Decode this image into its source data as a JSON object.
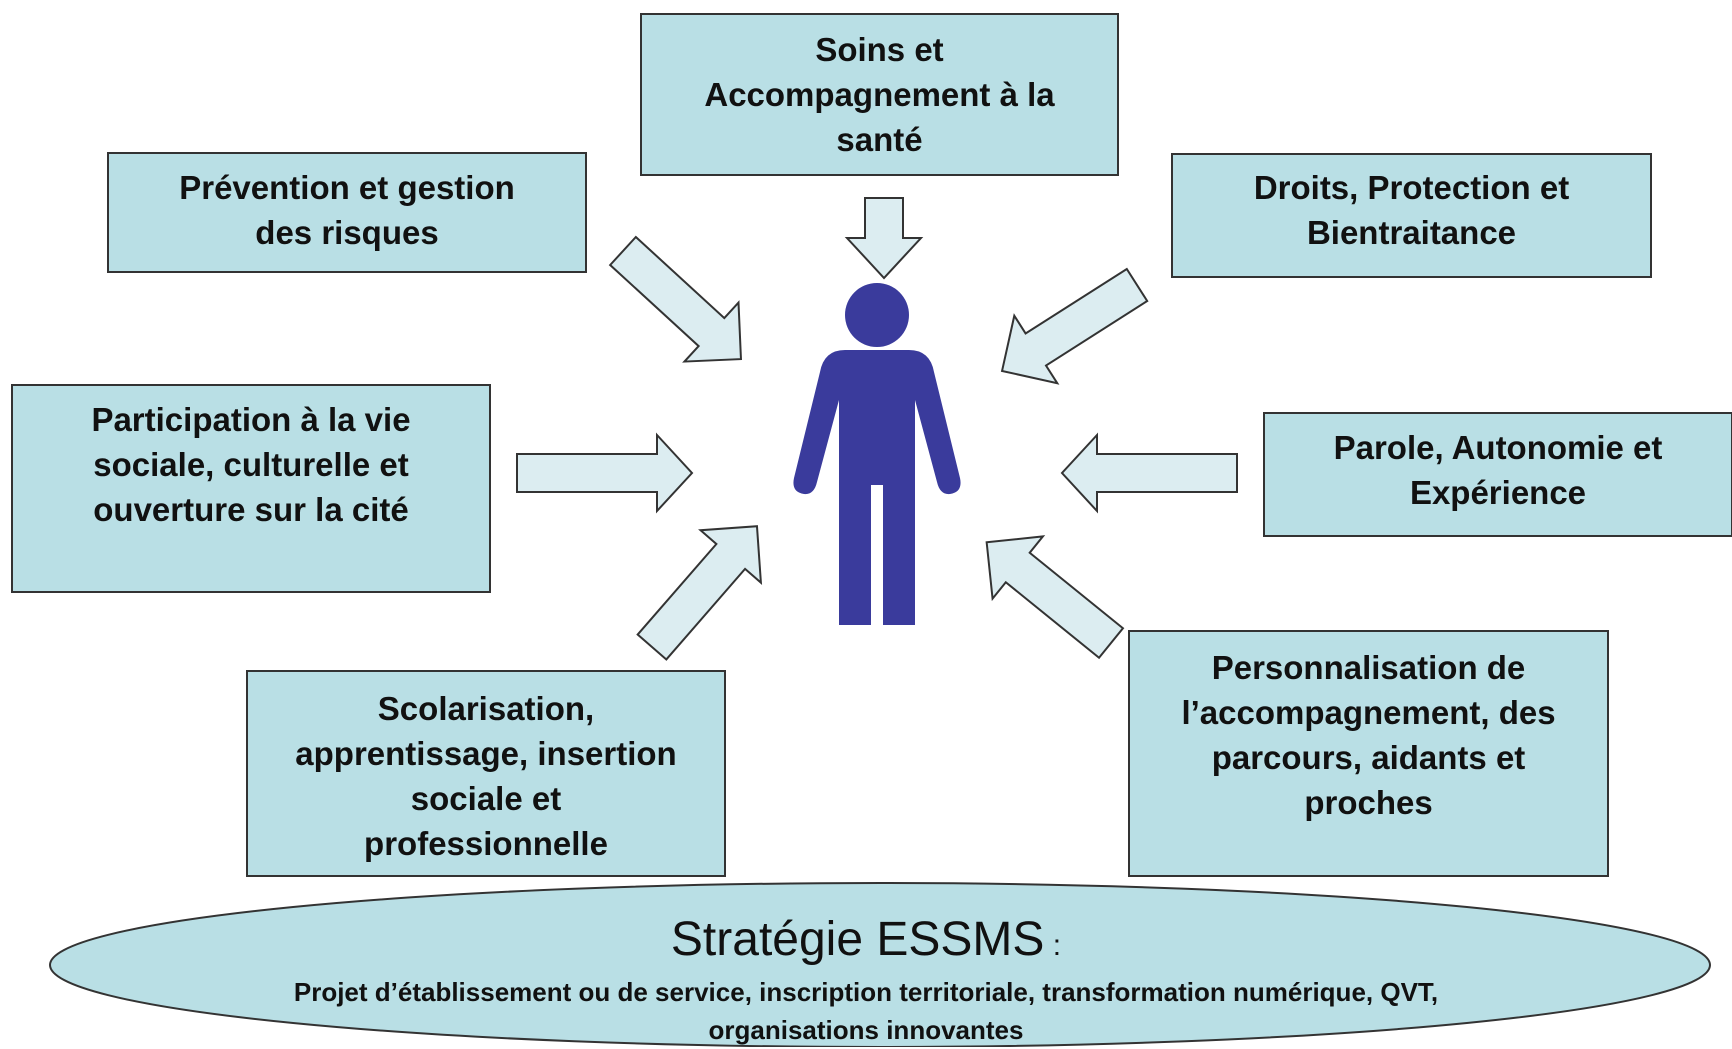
{
  "boxes": {
    "soins": "Soins et\nAccompagnement à la\nsanté",
    "prevention": "Prévention et gestion\ndes risques",
    "droits": "Droits, Protection et\nBientraitance",
    "participation": "Participation à la vie\nsociale, culturelle et\nouverture sur la cité",
    "parole": "Parole, Autonomie et\nExpérience",
    "scolarisation": "Scolarisation,\napprentissage, insertion\nsociale et\nprofessionnelle",
    "personnalisation": "Personnalisation de\nl’accompagnement, des\nparcours, aidants et\nproches"
  },
  "strategy": {
    "title": "Stratégie ESSMS",
    "colon": " :",
    "subtitle": "Projet d’établissement ou de service, inscription territoriale, transformation numérique, QVT,\norganisations innovantes"
  },
  "colors": {
    "box_fill": "#b9dfe5",
    "arrow_fill": "#dcedf1",
    "person": "#3a3b9c",
    "outline": "#333333"
  }
}
